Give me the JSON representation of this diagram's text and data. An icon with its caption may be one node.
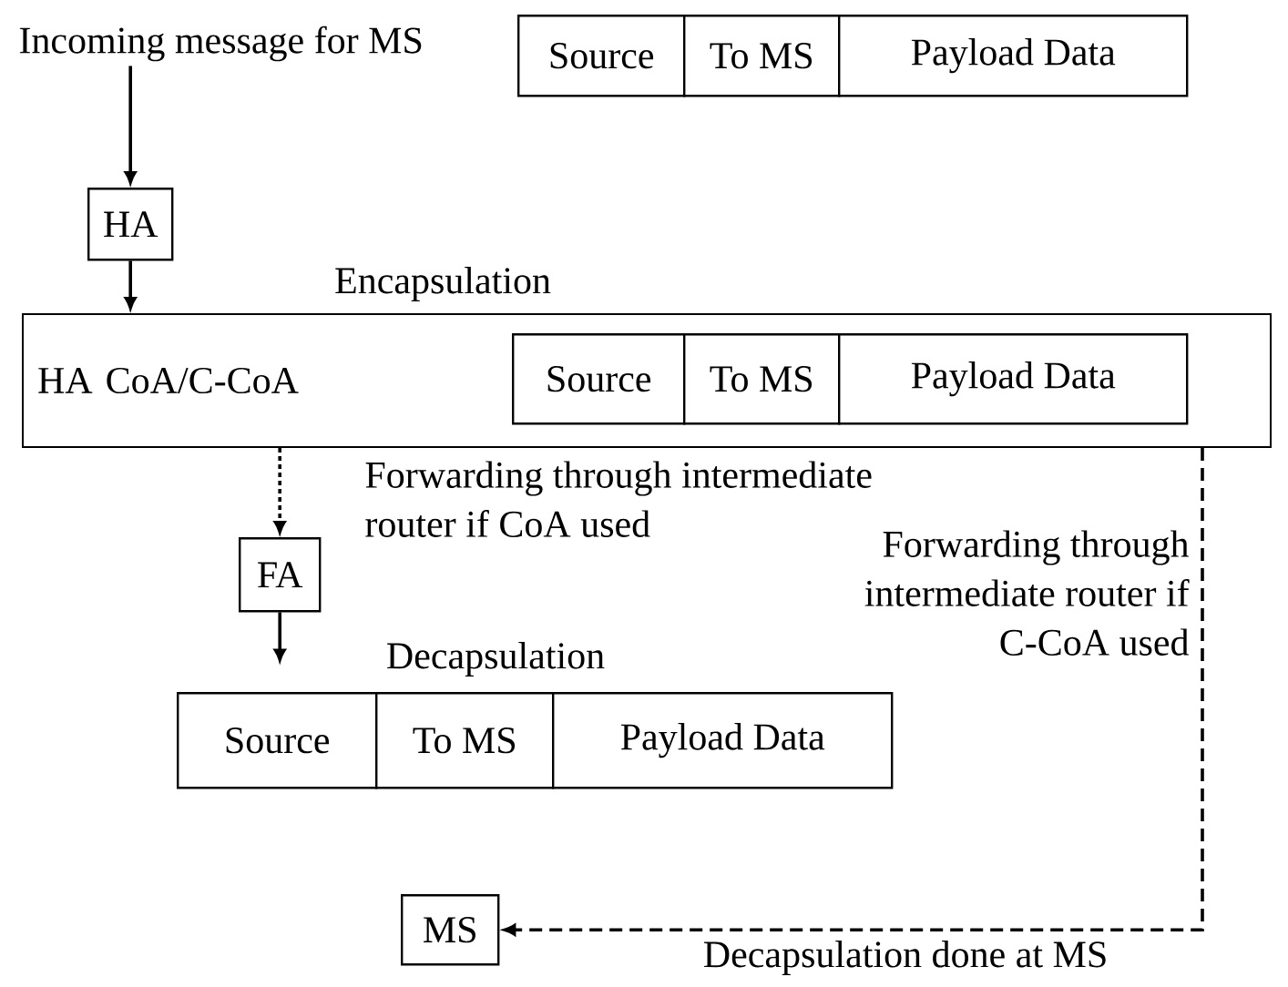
{
  "diagram": {
    "nodes": [
      {
        "text": [
          "Incoming message for MS"
        ]
      },
      {
        "text": [
          "Source"
        ]
      },
      {
        "text": [
          "To MS"
        ]
      },
      {
        "text": [
          "Payload Data"
        ]
      },
      {
        "text": [
          "HA"
        ]
      },
      {
        "text": [
          "HA CoA/C-CoA"
        ]
      },
      {
        "text": [
          "Source"
        ],
        "in": 5
      },
      {
        "text": [
          "To MS"
        ],
        "in": 5
      },
      {
        "text": [
          "Payload Data"
        ],
        "in": 5
      },
      {
        "text": [
          "FA"
        ]
      },
      {
        "text": [
          "Source"
        ]
      },
      {
        "text": [
          "To MS"
        ]
      },
      {
        "text": [
          "Payload Data"
        ]
      },
      {
        "text": [
          "MS"
        ]
      }
    ],
    "edges": [
      {
        "from": 0,
        "to": 4,
        "arrow": "to"
      },
      {
        "from": 4,
        "to": 5,
        "arrow": "to"
      },
      {
        "from": 5,
        "to": 9,
        "arrow": "to",
        "style": "dashed",
        "label": "Forwarding through intermediate router if CoA used"
      },
      {
        "from": 9,
        "to": null,
        "arrow": "to"
      },
      {
        "from": 5,
        "to": 13,
        "arrow": "to",
        "style": "dashed",
        "label": "Forwarding through intermediate router if C-CoA used"
      }
    ],
    "labels": [
      "Encapsulation",
      "Decapsulation",
      "Decapsulation done at MS"
    ]
  }
}
